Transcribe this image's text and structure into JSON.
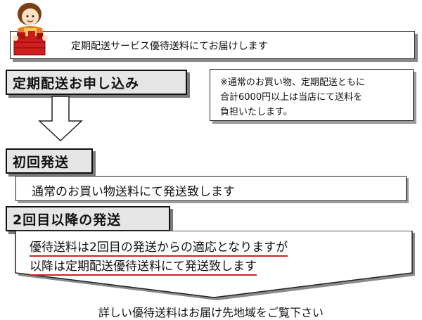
{
  "banner": {
    "text": "定期配送サービス優待送料にてお届けします"
  },
  "steps": {
    "apply": {
      "title": "定期配送お申し込み"
    },
    "first": {
      "title": "初回発送",
      "desc": "通常のお買い物送料にて発送致します"
    },
    "second": {
      "title": "2回目以降の発送",
      "line1": "優待送料は2回目の発送からの適応となりますが",
      "line2": "以降は定期配送優待送料にて発送致します"
    }
  },
  "note": {
    "line1": "※通常のお買い物、定期配送ともに",
    "line2": "合計6000円以上は当店にて送料を",
    "line3": "負担いたします。"
  },
  "footer": {
    "text": "詳しい優待送料はお届け先地域をご覧下さい"
  },
  "colors": {
    "underline": "#c62828",
    "heading_bg": "#e6e6e6",
    "shadow": "#8a8a8a"
  }
}
